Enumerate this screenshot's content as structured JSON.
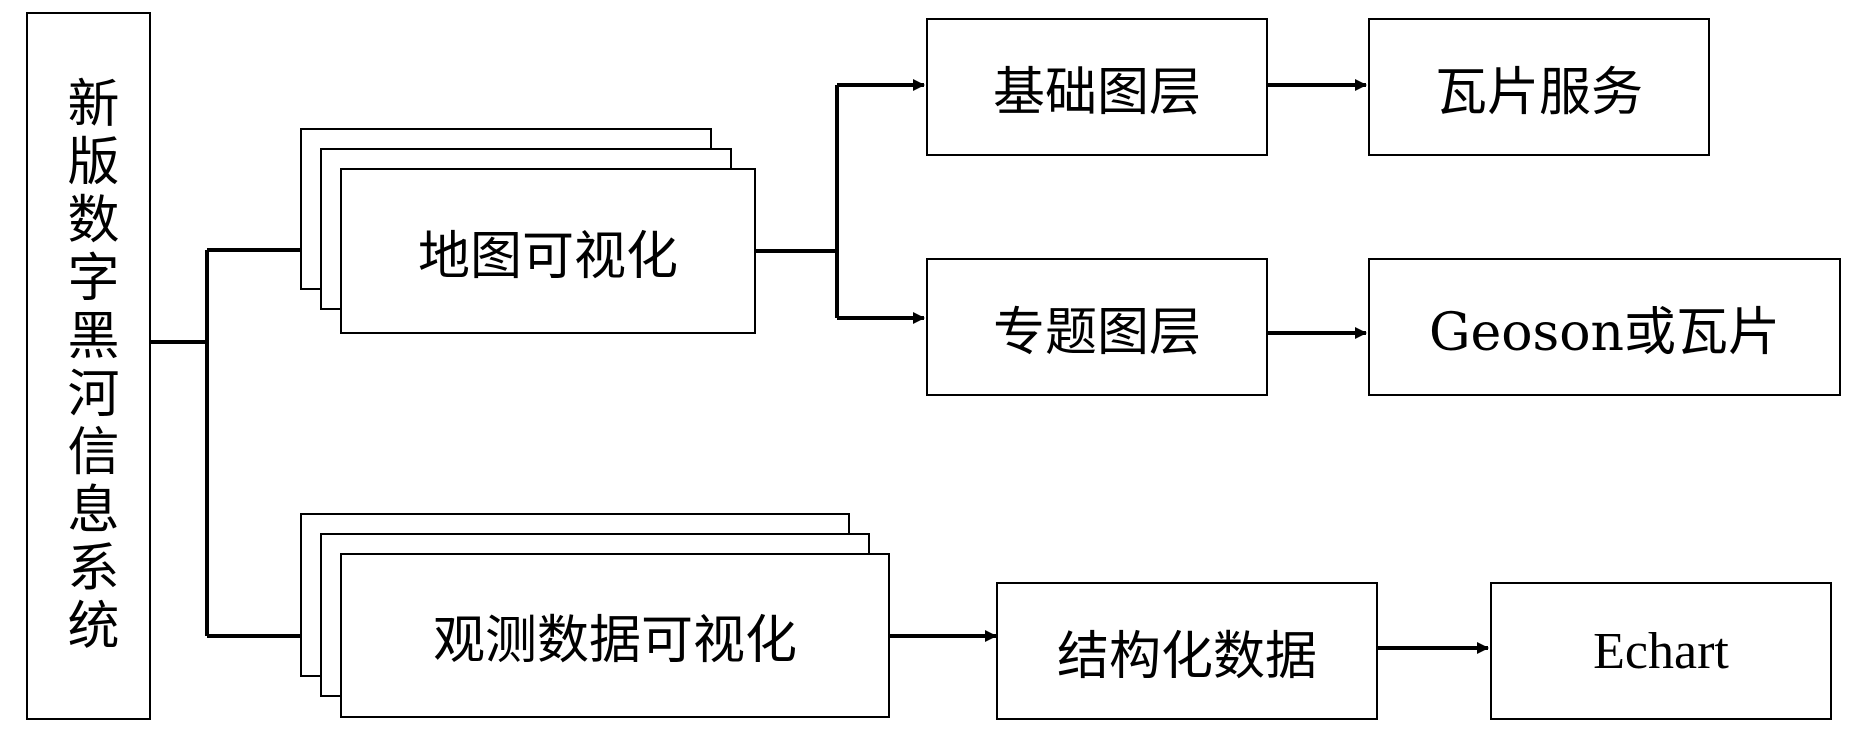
{
  "root": {
    "label": "新版数字黑河信息系统"
  },
  "branches": {
    "map_vis": {
      "label": "地图可视化"
    },
    "obs_vis": {
      "label": "观测数据可视化"
    }
  },
  "map_layers": {
    "base": {
      "label": "基础图层",
      "target": "瓦片服务"
    },
    "thematic": {
      "label": "专题图层",
      "target": "Geoson或瓦片"
    }
  },
  "obs_chain": {
    "structured": "结构化数据",
    "target": "Echart"
  }
}
